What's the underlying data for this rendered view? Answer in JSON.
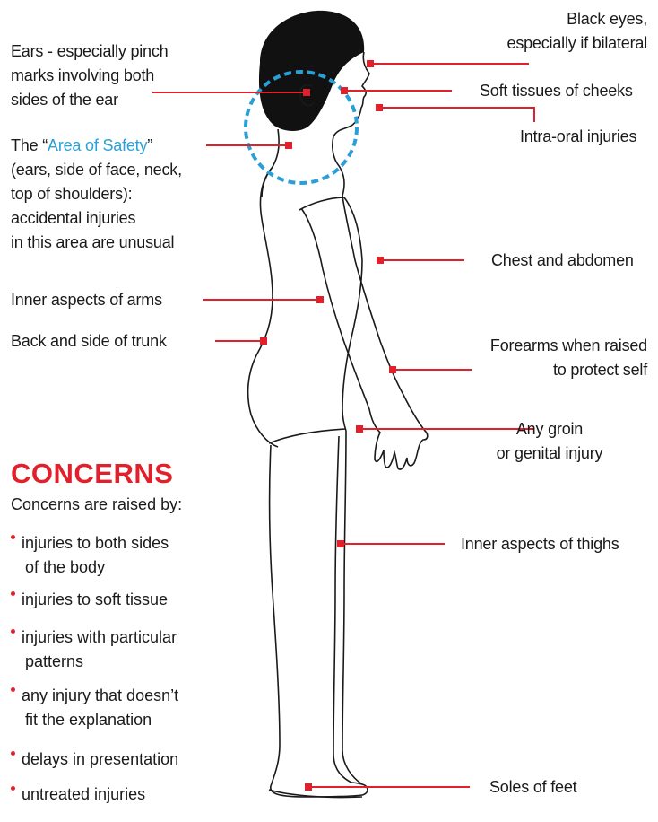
{
  "colors": {
    "pointer": "#e0202a",
    "safety_circle": "#2a9fd6",
    "figure_outline": "#1a1a1a",
    "hair": "#111111"
  },
  "labels": {
    "black_eyes": [
      "Black eyes,",
      "especially if bilateral"
    ],
    "ears": [
      "Ears - especially pinch",
      "marks involving both",
      "sides of the ear"
    ],
    "soft_tissues": [
      "Soft tissues of cheeks"
    ],
    "intra_oral": [
      "Intra-oral injuries"
    ],
    "area_of_safety": {
      "prefix": "The “",
      "highlight": "Area of Safety",
      "suffix": "”",
      "rest": [
        "(ears, side of face, neck,",
        "top of shoulders):",
        "accidental injuries",
        "in this area are unusual"
      ]
    },
    "chest": [
      "Chest and abdomen"
    ],
    "inner_arms": [
      "Inner aspects of arms"
    ],
    "back_trunk": [
      "Back and side of trunk"
    ],
    "forearms": [
      "Forearms when raised",
      "to protect self"
    ],
    "groin": [
      "Any groin",
      "or genital injury"
    ],
    "thighs": [
      "Inner aspects of thighs"
    ],
    "soles": [
      "Soles of feet"
    ]
  },
  "concerns": {
    "title": "CONCERNS",
    "intro": "Concerns are raised by:",
    "items": [
      [
        "injuries to both sides",
        "of the body"
      ],
      [
        "injuries to soft tissue"
      ],
      [
        "injuries with particular",
        "patterns"
      ],
      [
        "any injury that doesn’t",
        "fit the explanation"
      ],
      [
        "delays in presentation"
      ],
      [
        "untreated injuries"
      ]
    ]
  }
}
